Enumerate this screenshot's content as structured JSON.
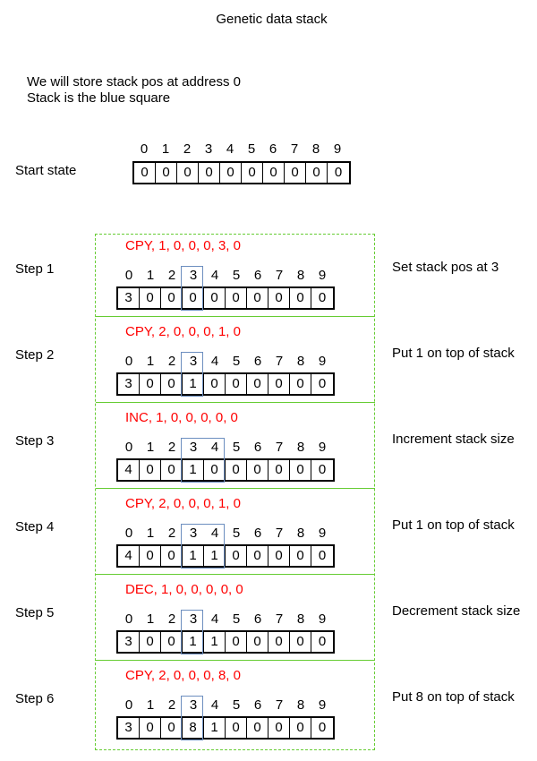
{
  "title": "Genetic data stack",
  "notes": [
    "We will store stack pos at address 0",
    "Stack is the blue square"
  ],
  "start": {
    "label": "Start state",
    "indices": [
      "0",
      "1",
      "2",
      "3",
      "4",
      "5",
      "6",
      "7",
      "8",
      "9"
    ],
    "cells": [
      "0",
      "0",
      "0",
      "0",
      "0",
      "0",
      "0",
      "0",
      "0",
      "0"
    ]
  },
  "colors": {
    "instruction": "#ff0000",
    "step_border": "#66cc33",
    "stack_highlight": "#6c8ebf"
  },
  "steps": [
    {
      "label": "Step 1",
      "instruction": "CPY, 1, 0, 0, 0, 3, 0",
      "description": "Set stack pos at 3",
      "indices": [
        "0",
        "1",
        "2",
        "3",
        "4",
        "5",
        "6",
        "7",
        "8",
        "9"
      ],
      "cells": [
        "3",
        "0",
        "0",
        "0",
        "0",
        "0",
        "0",
        "0",
        "0",
        "0"
      ],
      "stack_from": 3,
      "stack_to": 3
    },
    {
      "label": "Step 2",
      "instruction": "CPY, 2, 0, 0, 0, 1, 0",
      "description": "Put 1 on top of stack",
      "indices": [
        "0",
        "1",
        "2",
        "3",
        "4",
        "5",
        "6",
        "7",
        "8",
        "9"
      ],
      "cells": [
        "3",
        "0",
        "0",
        "1",
        "0",
        "0",
        "0",
        "0",
        "0",
        "0"
      ],
      "stack_from": 3,
      "stack_to": 3
    },
    {
      "label": "Step 3",
      "instruction": "INC, 1, 0, 0, 0, 0, 0",
      "description": "Increment stack size",
      "indices": [
        "0",
        "1",
        "2",
        "3",
        "4",
        "5",
        "6",
        "7",
        "8",
        "9"
      ],
      "cells": [
        "4",
        "0",
        "0",
        "1",
        "0",
        "0",
        "0",
        "0",
        "0",
        "0"
      ],
      "stack_from": 3,
      "stack_to": 4
    },
    {
      "label": "Step 4",
      "instruction": "CPY, 2, 0, 0, 0, 1, 0",
      "description": "Put 1 on top of stack",
      "indices": [
        "0",
        "1",
        "2",
        "3",
        "4",
        "5",
        "6",
        "7",
        "8",
        "9"
      ],
      "cells": [
        "4",
        "0",
        "0",
        "1",
        "1",
        "0",
        "0",
        "0",
        "0",
        "0"
      ],
      "stack_from": 3,
      "stack_to": 4
    },
    {
      "label": "Step 5",
      "instruction": "DEC, 1, 0, 0, 0, 0, 0",
      "description": "Decrement stack size",
      "indices": [
        "0",
        "1",
        "2",
        "3",
        "4",
        "5",
        "6",
        "7",
        "8",
        "9"
      ],
      "cells": [
        "3",
        "0",
        "0",
        "1",
        "1",
        "0",
        "0",
        "0",
        "0",
        "0"
      ],
      "stack_from": 3,
      "stack_to": 3
    },
    {
      "label": "Step 6",
      "instruction": "CPY, 2, 0, 0, 0, 8, 0",
      "description": "Put 8 on top of stack",
      "indices": [
        "0",
        "1",
        "2",
        "3",
        "4",
        "5",
        "6",
        "7",
        "8",
        "9"
      ],
      "cells": [
        "3",
        "0",
        "0",
        "8",
        "1",
        "0",
        "0",
        "0",
        "0",
        "0"
      ],
      "stack_from": 3,
      "stack_to": 3
    }
  ]
}
